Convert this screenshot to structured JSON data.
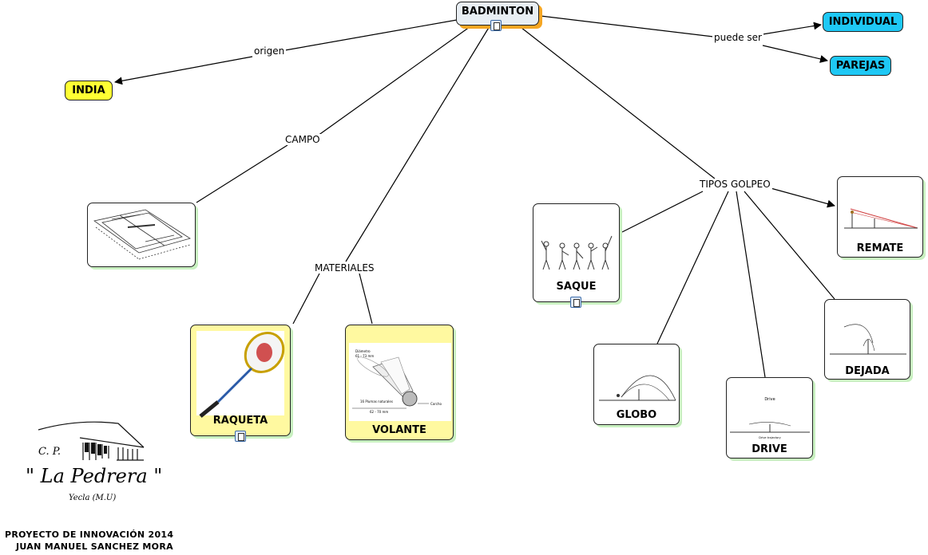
{
  "map": {
    "root": "BADMINTON",
    "origin_link": "origen",
    "origin_node": "INDIA",
    "type_link": "puede ser",
    "type_nodes": [
      "INDIVIDUAL",
      "PAREJAS"
    ],
    "field_link": "CAMPO",
    "materials_link": "MATERIALES",
    "materials": [
      "RAQUETA",
      "VOLANTE"
    ],
    "strokes_link": "TIPOS GOLPEO",
    "strokes": [
      "SAQUE",
      "REMATE",
      "GLOBO",
      "DRIVE",
      "DEJADA"
    ]
  },
  "images": {
    "drive_title": "Drive",
    "drive_sub": "Drive trajectory",
    "shuttle_diam": "Diámetro",
    "shuttle_diam_val": "61 - 73 mm",
    "shuttle_feathers": "16 Plumas naturales",
    "shuttle_len": "62 - 70 mm",
    "shuttle_cork": "Corcho"
  },
  "logo": {
    "initials": "C. P.",
    "name": "\" La Pedrera \"",
    "town": "Yecla (M.U)"
  },
  "footer": {
    "line1": "PROYECTO DE INNOVACIÓN 2014",
    "line2": "JUAN MANUEL SANCHEZ MORA"
  },
  "colors": {
    "root_fill": "#e8eef3",
    "root_shadow": "#f5a623",
    "india_fill": "#ffff33",
    "blue_fill": "#1ec8f5",
    "material_fill": "#fff9a0"
  }
}
